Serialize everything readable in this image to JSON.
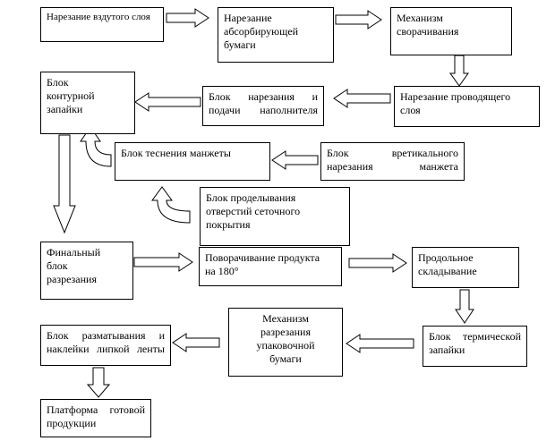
{
  "boxes": {
    "b1": "Нарезание вздутого слоя",
    "b2": "Нарезание\nабсорбирующей\nбумаги",
    "b3": "Механизм\nсворачивания",
    "b4": "Блок\nконтурной\nзапайки",
    "b5": "Блок нарезания и\nподачи наполнителя",
    "b6": "Нарезание проводящего\nслоя",
    "b7": "Блок теснения манжеты",
    "b8": "Блок вретикального\nнарезания манжета",
    "b9": "Блок проделывания\nотверстий сеточного\nпокрытия",
    "b10": "Финальный\nблок\nразрезания",
    "b11": "Поворачивание продукта\nна 180°",
    "b12": "Продольное\nскладывание",
    "b13": "Механизм\nразрезания\nупаковочной\nбумаги",
    "b14": "Блок разматывания и\nнаклейки липкой ленты",
    "b15": "Блок термической\nзапайки",
    "b16": "Платформа готовой\nпродукции"
  }
}
